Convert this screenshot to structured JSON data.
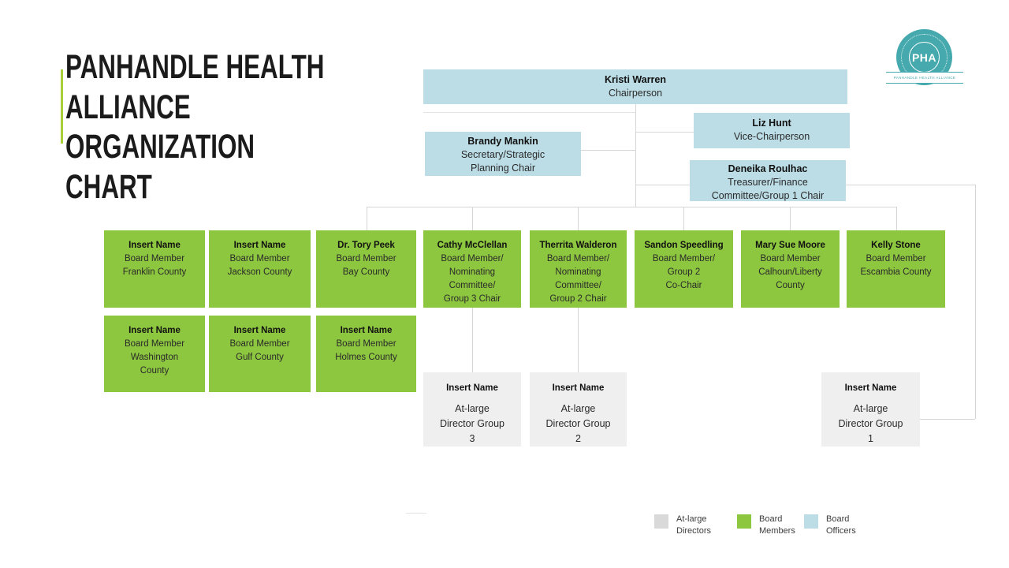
{
  "title": {
    "line1": "PANHANDLE HEALTH",
    "line2": "ALLIANCE",
    "line3": "ORGANIZATION",
    "line4": "CHART"
  },
  "logo": {
    "abbr": "PHA",
    "banner": "PANHANDLE HEALTH ALLIANCE"
  },
  "officers": {
    "chairperson": {
      "name": "Kristi Warren",
      "role": "Chairperson"
    },
    "vice_chairperson": {
      "name": "Liz Hunt",
      "role": "Vice-Chairperson"
    },
    "secretary": {
      "name": "Brandy Mankin",
      "role": "Secretary/Strategic\nPlanning Chair"
    },
    "treasurer": {
      "name": "Deneika Roulhac",
      "role": "Treasurer/Finance\nCommittee/Group 1 Chair"
    }
  },
  "board_row1": [
    {
      "name": "Insert Name",
      "role": "Board Member\nFranklin County"
    },
    {
      "name": "Insert Name",
      "role": "Board Member\nJackson County"
    },
    {
      "name": "Dr. Tory Peek",
      "role": "Board Member\nBay County"
    },
    {
      "name": "Cathy McClellan",
      "role": "Board Member/\nNominating\nCommittee/\nGroup 3 Chair"
    },
    {
      "name": "Therrita Walderon",
      "role": "Board Member/\nNominating\nCommittee/\nGroup 2 Chair"
    },
    {
      "name": "Sandon Speedling",
      "role": "Board Member/\nGroup 2\nCo-Chair"
    },
    {
      "name": "Mary Sue Moore",
      "role": "Board Member\nCalhoun/Liberty\nCounty"
    },
    {
      "name": "Kelly Stone",
      "role": "Board Member\nEscambia County"
    }
  ],
  "board_row2": [
    {
      "name": "Insert Name",
      "role": "Board Member\nWashington\nCounty"
    },
    {
      "name": "Insert Name",
      "role": "Board Member\nGulf County"
    },
    {
      "name": "Insert Name",
      "role": "Board Member\nHolmes County"
    }
  ],
  "at_large": [
    {
      "name": "Insert Name",
      "role": "At-large\nDirector Group\n3"
    },
    {
      "name": "Insert Name",
      "role": "At-large\nDirector Group\n2"
    },
    {
      "name": "Insert Name",
      "role": "At-large\nDirector Group\n1"
    }
  ],
  "legend": {
    "at_large": {
      "label": "At-large\nDirectors",
      "color": "#D9D9D9"
    },
    "board_members": {
      "label": "Board\nMembers",
      "color": "#8DC63F"
    },
    "board_officers": {
      "label": "Board\nOfficers",
      "color": "#BCDDE6"
    }
  },
  "colors": {
    "board_member_green": "#8DC63F",
    "board_officer_blue": "#BCDDE6",
    "at_large_gray": "#EFEFEF",
    "connector_gray": "#D6D6D6",
    "logo_teal": "#45A9AD",
    "title_accent_green": "#A8CE38"
  }
}
